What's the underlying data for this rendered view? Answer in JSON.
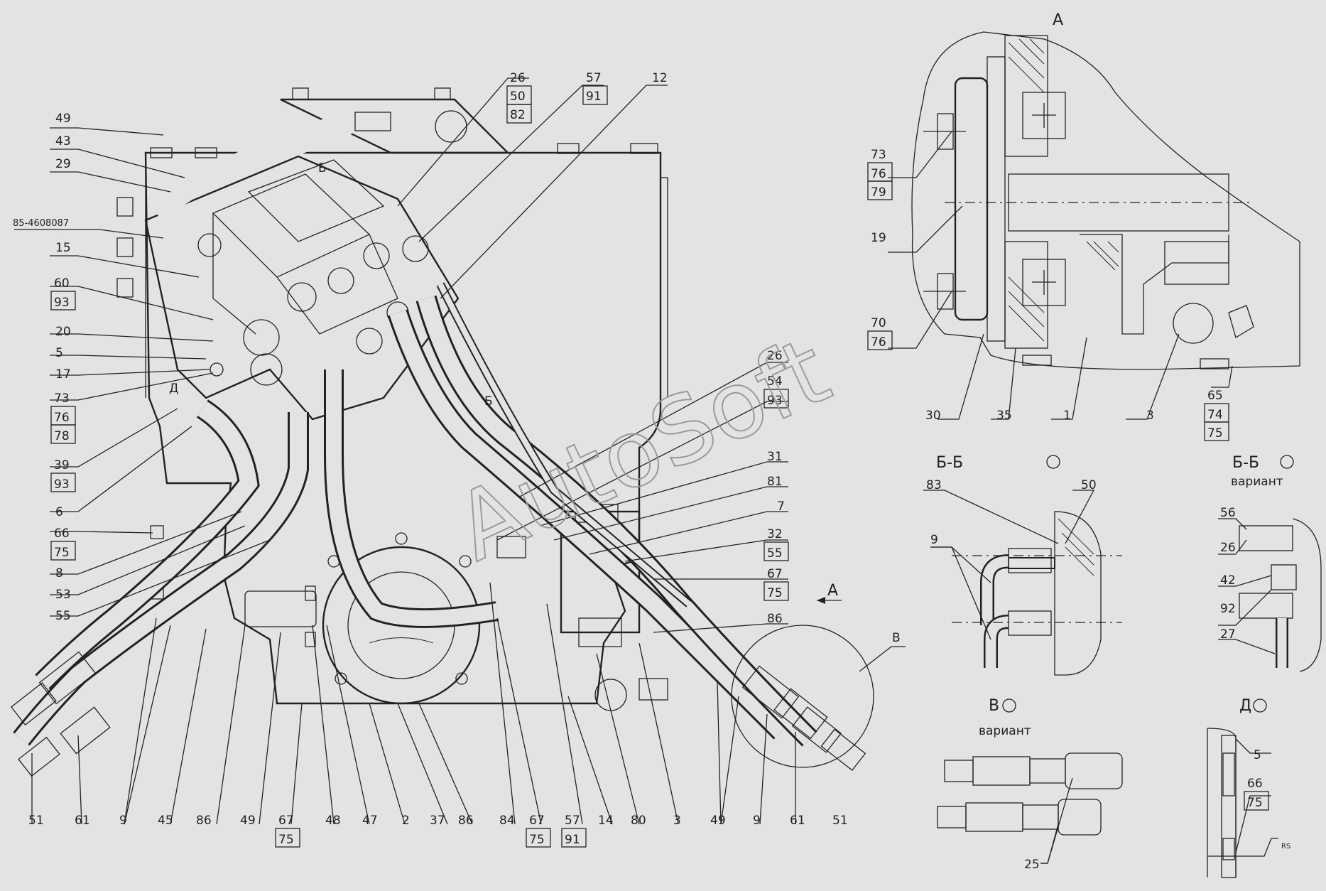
{
  "watermark": "AutoSoft",
  "views": {
    "a": "А",
    "bb": "Б-Б",
    "bb_variant": "Б-Б",
    "bb_variant_caption": "вариант",
    "v": "В",
    "v_caption": "вариант",
    "d": "Д",
    "arrow_a": "А",
    "arrow_v": "В",
    "mark_b1": "Б",
    "mark_b2": "Б",
    "mark_d": "Д"
  },
  "callouts": {
    "left": [
      {
        "top": "49"
      },
      {
        "top": "43"
      },
      {
        "top": "29"
      },
      {
        "top": "85-4608087"
      },
      {
        "top": "15"
      },
      {
        "top": "60",
        "bottom": "93"
      },
      {
        "top": "20"
      },
      {
        "top": "5"
      },
      {
        "top": "17"
      },
      {
        "top": "73",
        "middle": "76",
        "bottom": "78"
      },
      {
        "top": "39",
        "bottom": "93"
      },
      {
        "top": "6"
      },
      {
        "top": "66",
        "bottom": "75"
      },
      {
        "top": "8"
      },
      {
        "top": "53"
      },
      {
        "top": "55"
      }
    ],
    "top": [
      {
        "top": "26",
        "middle": "50",
        "bottom": "82"
      },
      {
        "top": "57",
        "bottom": "91"
      },
      {
        "top": "12"
      }
    ],
    "right": [
      {
        "top": "26"
      },
      {
        "top": "54",
        "bottom": "93"
      },
      {
        "top": "31"
      },
      {
        "top": "81"
      },
      {
        "top": "7"
      },
      {
        "top": "32",
        "bottom": "55"
      },
      {
        "top": "67",
        "bottom": "75"
      },
      {
        "top": "86"
      }
    ],
    "bottom": [
      {
        "top": "51"
      },
      {
        "top": "61"
      },
      {
        "top": "9"
      },
      {
        "top": "45"
      },
      {
        "top": "86"
      },
      {
        "top": "49"
      },
      {
        "top": "67",
        "bottom": "75"
      },
      {
        "top": "48"
      },
      {
        "top": "47"
      },
      {
        "top": "2"
      },
      {
        "top": "37"
      },
      {
        "top": "86"
      },
      {
        "top": "84"
      },
      {
        "top": "67",
        "bottom": "75"
      },
      {
        "top": "57",
        "bottom": "91"
      },
      {
        "top": "14"
      },
      {
        "top": "80"
      },
      {
        "top": "3"
      },
      {
        "top": "49"
      },
      {
        "top": "9"
      },
      {
        "top": "61"
      },
      {
        "top": "51"
      }
    ],
    "view_a": [
      {
        "top": "73",
        "middle": "76",
        "bottom": "79"
      },
      {
        "top": "19"
      },
      {
        "top": "70",
        "bottom": "76"
      },
      {
        "top": "30"
      },
      {
        "top": "35"
      },
      {
        "top": "1"
      },
      {
        "top": "3"
      },
      {
        "top": "65",
        "middle": "74",
        "bottom": "75"
      }
    ],
    "view_bb": [
      {
        "top": "83"
      },
      {
        "top": "50"
      },
      {
        "top": "9"
      }
    ],
    "view_bb_variant": [
      {
        "top": "56"
      },
      {
        "top": "26"
      },
      {
        "top": "42"
      },
      {
        "top": "92"
      },
      {
        "top": "27"
      }
    ],
    "view_v": [
      {
        "top": "25"
      }
    ],
    "view_d": [
      {
        "top": "5"
      },
      {
        "top": "66",
        "bottom": "75"
      },
      {
        "top": "RS"
      }
    ]
  }
}
